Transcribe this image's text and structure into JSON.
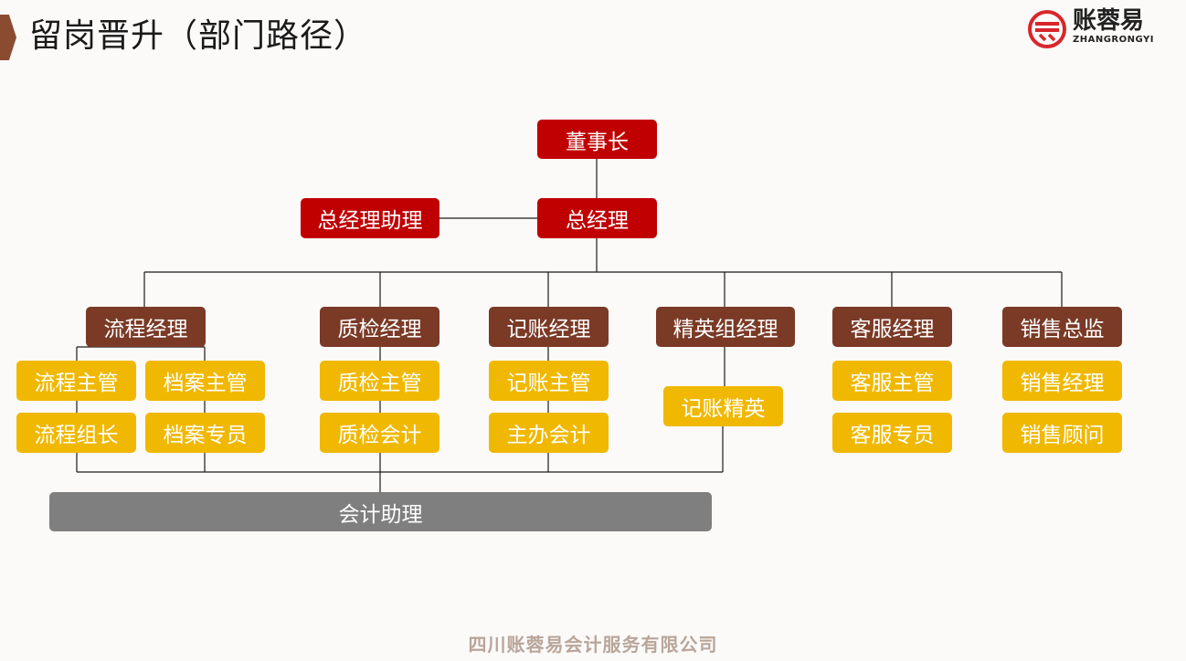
{
  "header": {
    "title": "留岗晋升（部门路径）"
  },
  "logo": {
    "name": "账蓉易",
    "subtitle": "ZHANGRONGYI",
    "icon": "company-logo-icon"
  },
  "colors": {
    "executive": "#c00000",
    "manager": "#7a3a26",
    "staff": "#f0b800",
    "entry": "#7f7f7f",
    "accent": "#8a4b31"
  },
  "org": {
    "chairman": "董事长",
    "general_manager": "总经理",
    "gm_assistant": "总经理助理",
    "departments": [
      {
        "manager": "流程经理",
        "roles": []
      },
      {
        "manager": "质检经理",
        "roles": [
          "质检主管",
          "质检会计"
        ]
      },
      {
        "manager": "记账经理",
        "roles": [
          "记账主管",
          "主办会计"
        ]
      },
      {
        "manager": "精英组经理",
        "roles": [
          "记账精英"
        ]
      },
      {
        "manager": "客服经理",
        "roles": [
          "客服主管",
          "客服专员"
        ]
      },
      {
        "manager": "销售总监",
        "roles": [
          "销售经理",
          "销售顾问"
        ]
      }
    ],
    "process_subgroups": [
      {
        "roles": [
          "流程主管",
          "流程组长"
        ]
      },
      {
        "roles": [
          "档案主管",
          "档案专员"
        ]
      }
    ],
    "entry_role": "会计助理"
  },
  "footer": {
    "company": "四川账蓉易会计服务有限公司"
  }
}
